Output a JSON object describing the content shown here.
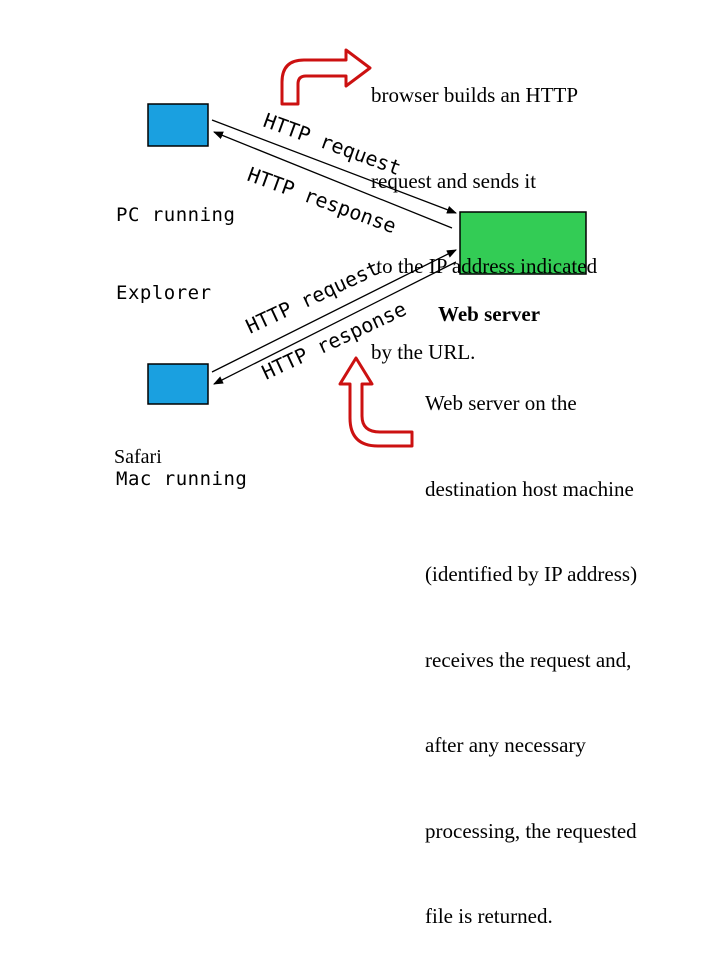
{
  "client_top": {
    "label_line1": "PC running",
    "label_line2": "Explorer",
    "color": "#1aa0e0"
  },
  "client_bottom": {
    "label_line1": "Mac running",
    "label_line2": "Safari",
    "color": "#1aa0e0"
  },
  "server": {
    "title": "Web server",
    "color": "#33cc55"
  },
  "links": {
    "top_request": "HTTP request",
    "top_response": "HTTP response",
    "bottom_request": "HTTP request",
    "bottom_response": "HTTP response"
  },
  "notes": {
    "browser_line1": "browser builds an HTTP",
    "browser_line2": "request and sends it",
    "browser_line3": " to the IP address indicated",
    "browser_line4": "by the URL.",
    "server_line1": "Web server on the",
    "server_line2": "destination host machine",
    "server_line3": "(identified by IP address)",
    "server_line4": "receives the request and,",
    "server_line5": "after any necessary",
    "server_line6": "processing, the requested",
    "server_line7": "file is returned."
  },
  "colors": {
    "callout_arrow_stroke": "#cc1111",
    "callout_arrow_fill": "#ffffff",
    "arrow_line": "#000000"
  }
}
